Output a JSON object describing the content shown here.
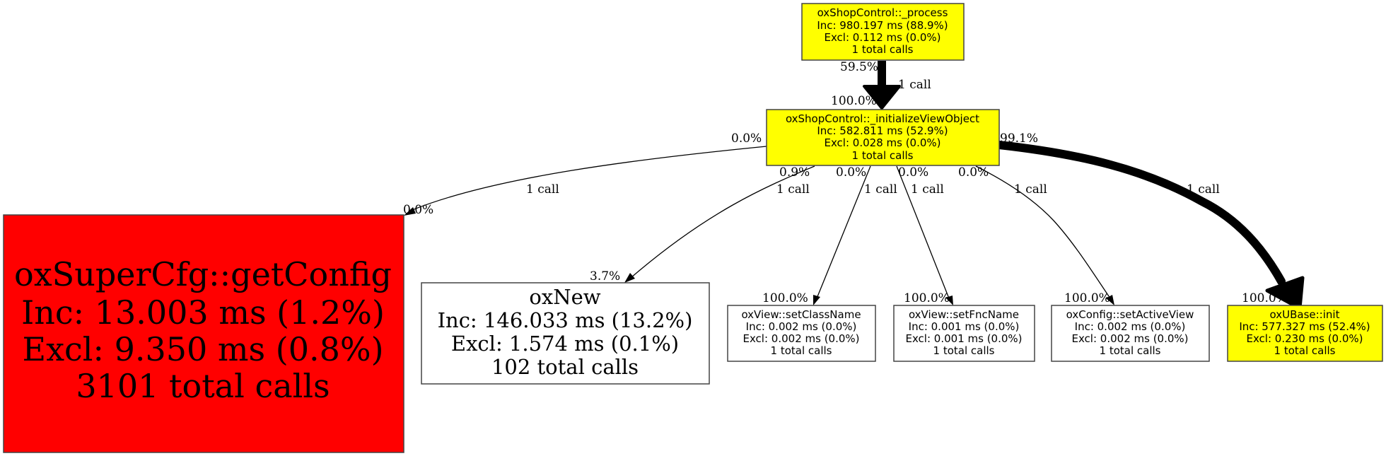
{
  "graph": {
    "nodes": {
      "process": {
        "name": "oxShopControl::_process",
        "inc": "Inc: 980.197 ms (88.9%)",
        "excl": "Excl: 0.112 ms (0.0%)",
        "calls": "1 total calls",
        "fill": "#ffff00"
      },
      "initView": {
        "name": "oxShopControl::_initializeViewObject",
        "inc": "Inc: 582.811 ms (52.9%)",
        "excl": "Excl: 0.028 ms (0.0%)",
        "calls": "1 total calls",
        "fill": "#ffff00"
      },
      "getConfig": {
        "name": "oxSuperCfg::getConfig",
        "inc": "Inc: 13.003 ms (1.2%)",
        "excl": "Excl: 9.350 ms (0.8%)",
        "calls": "3101 total calls",
        "fill": "#ff0000"
      },
      "oxNew": {
        "name": "oxNew",
        "inc": "Inc: 146.033 ms (13.2%)",
        "excl": "Excl: 1.574 ms (0.1%)",
        "calls": "102 total calls",
        "fill": "#ffffff"
      },
      "setClassName": {
        "name": "oxView::setClassName",
        "inc": "Inc: 0.002 ms (0.0%)",
        "excl": "Excl: 0.002 ms (0.0%)",
        "calls": "1 total calls",
        "fill": "#ffffff"
      },
      "setFncName": {
        "name": "oxView::setFncName",
        "inc": "Inc: 0.001 ms (0.0%)",
        "excl": "Excl: 0.001 ms (0.0%)",
        "calls": "1 total calls",
        "fill": "#ffffff"
      },
      "setActiveView": {
        "name": "oxConfig::setActiveView",
        "inc": "Inc: 0.002 ms (0.0%)",
        "excl": "Excl: 0.002 ms (0.0%)",
        "calls": "1 total calls",
        "fill": "#ffffff"
      },
      "ubaseInit": {
        "name": "oxUBase::init",
        "inc": "Inc: 577.327 ms (52.4%)",
        "excl": "Excl: 0.230 ms (0.0%)",
        "calls": "1 total calls",
        "fill": "#ffff00"
      }
    },
    "edges": {
      "process_initView": {
        "from": "oxShopControl::_process",
        "to": "oxShopControl::_initializeViewObject",
        "tail": "59.5%",
        "head": "100.0%",
        "label": "1 call"
      },
      "initView_getConfig": {
        "from": "oxShopControl::_initializeViewObject",
        "to": "oxSuperCfg::getConfig",
        "tail": "0.0%",
        "head": "0.0%",
        "label": "1 call"
      },
      "initView_oxNew": {
        "from": "oxShopControl::_initializeViewObject",
        "to": "oxNew",
        "tail": "0.9%",
        "head": "3.7%",
        "label": "1 call"
      },
      "initView_setClassName": {
        "from": "oxShopControl::_initializeViewObject",
        "to": "oxView::setClassName",
        "tail": "0.0%",
        "head": "100.0%",
        "label": "1 call"
      },
      "initView_setFncName": {
        "from": "oxShopControl::_initializeViewObject",
        "to": "oxView::setFncName",
        "tail": "0.0%",
        "head": "100.0%",
        "label": "1 call"
      },
      "initView_setActiveView": {
        "from": "oxShopControl::_initializeViewObject",
        "to": "oxConfig::setActiveView",
        "tail": "0.0%",
        "head": "100.0%",
        "label": "1 call"
      },
      "initView_ubaseInit": {
        "from": "oxShopControl::_initializeViewObject",
        "to": "oxUBase::init",
        "tail": "99.1%",
        "head": "100.0%",
        "label": "1 call"
      }
    }
  }
}
